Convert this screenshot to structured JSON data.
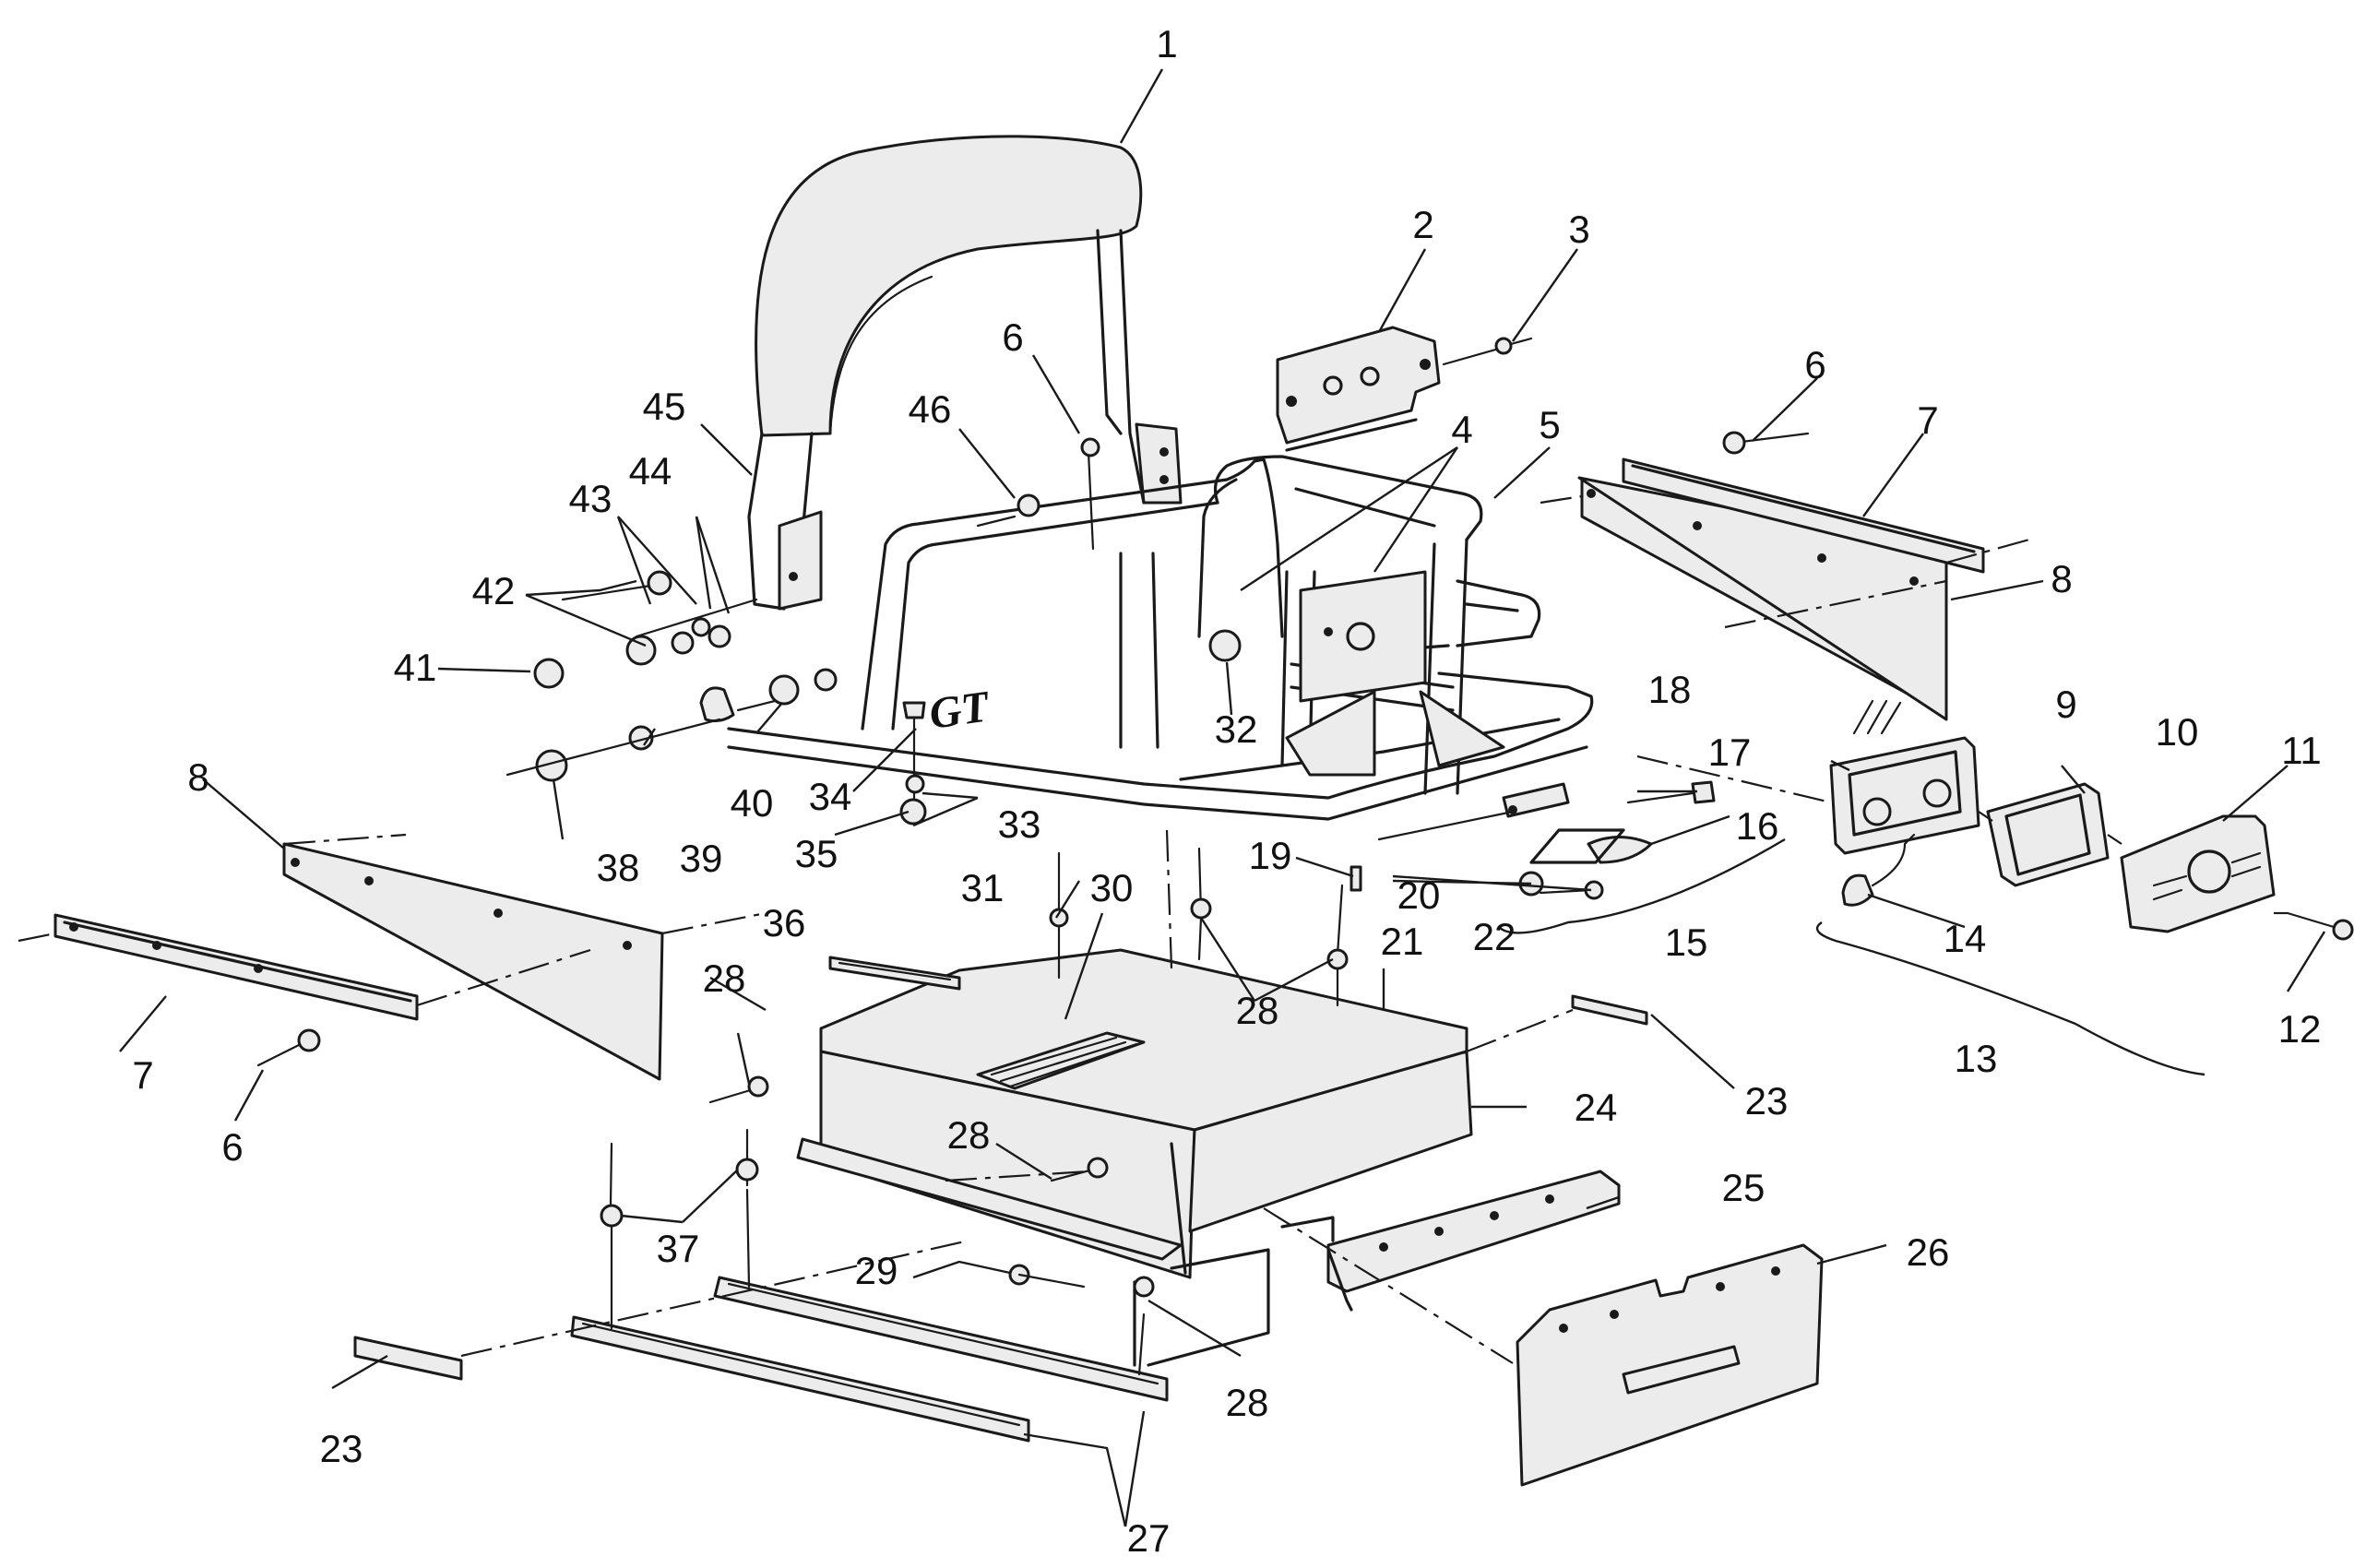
{
  "diagram": {
    "decal_text": "GT",
    "callouts": [
      {
        "id": "c1",
        "label": "1"
      },
      {
        "id": "c2",
        "label": "2"
      },
      {
        "id": "c3",
        "label": "3"
      },
      {
        "id": "c4",
        "label": "4"
      },
      {
        "id": "c5",
        "label": "5"
      },
      {
        "id": "c6a",
        "label": "6"
      },
      {
        "id": "c6b",
        "label": "6"
      },
      {
        "id": "c6c",
        "label": "6"
      },
      {
        "id": "c7a",
        "label": "7"
      },
      {
        "id": "c7b",
        "label": "7"
      },
      {
        "id": "c8a",
        "label": "8"
      },
      {
        "id": "c8b",
        "label": "8"
      },
      {
        "id": "c9",
        "label": "9"
      },
      {
        "id": "c10",
        "label": "10"
      },
      {
        "id": "c11",
        "label": "11"
      },
      {
        "id": "c12",
        "label": "12"
      },
      {
        "id": "c13",
        "label": "13"
      },
      {
        "id": "c14",
        "label": "14"
      },
      {
        "id": "c15",
        "label": "15"
      },
      {
        "id": "c16",
        "label": "16"
      },
      {
        "id": "c17",
        "label": "17"
      },
      {
        "id": "c18",
        "label": "18"
      },
      {
        "id": "c19",
        "label": "19"
      },
      {
        "id": "c20",
        "label": "20"
      },
      {
        "id": "c21",
        "label": "21"
      },
      {
        "id": "c22",
        "label": "22"
      },
      {
        "id": "c23a",
        "label": "23"
      },
      {
        "id": "c23b",
        "label": "23"
      },
      {
        "id": "c24",
        "label": "24"
      },
      {
        "id": "c25",
        "label": "25"
      },
      {
        "id": "c26",
        "label": "26"
      },
      {
        "id": "c27",
        "label": "27"
      },
      {
        "id": "c28a",
        "label": "28"
      },
      {
        "id": "c28b",
        "label": "28"
      },
      {
        "id": "c28c",
        "label": "28"
      },
      {
        "id": "c28d",
        "label": "28"
      },
      {
        "id": "c29",
        "label": "29"
      },
      {
        "id": "c30",
        "label": "30"
      },
      {
        "id": "c31",
        "label": "31"
      },
      {
        "id": "c32",
        "label": "32"
      },
      {
        "id": "c33",
        "label": "33"
      },
      {
        "id": "c34",
        "label": "34"
      },
      {
        "id": "c35",
        "label": "35"
      },
      {
        "id": "c36",
        "label": "36"
      },
      {
        "id": "c37",
        "label": "37"
      },
      {
        "id": "c38",
        "label": "38"
      },
      {
        "id": "c39",
        "label": "39"
      },
      {
        "id": "c40",
        "label": "40"
      },
      {
        "id": "c41",
        "label": "41"
      },
      {
        "id": "c42",
        "label": "42"
      },
      {
        "id": "c43",
        "label": "43"
      },
      {
        "id": "c44",
        "label": "44"
      },
      {
        "id": "c45",
        "label": "45"
      },
      {
        "id": "c46",
        "label": "46"
      }
    ]
  }
}
